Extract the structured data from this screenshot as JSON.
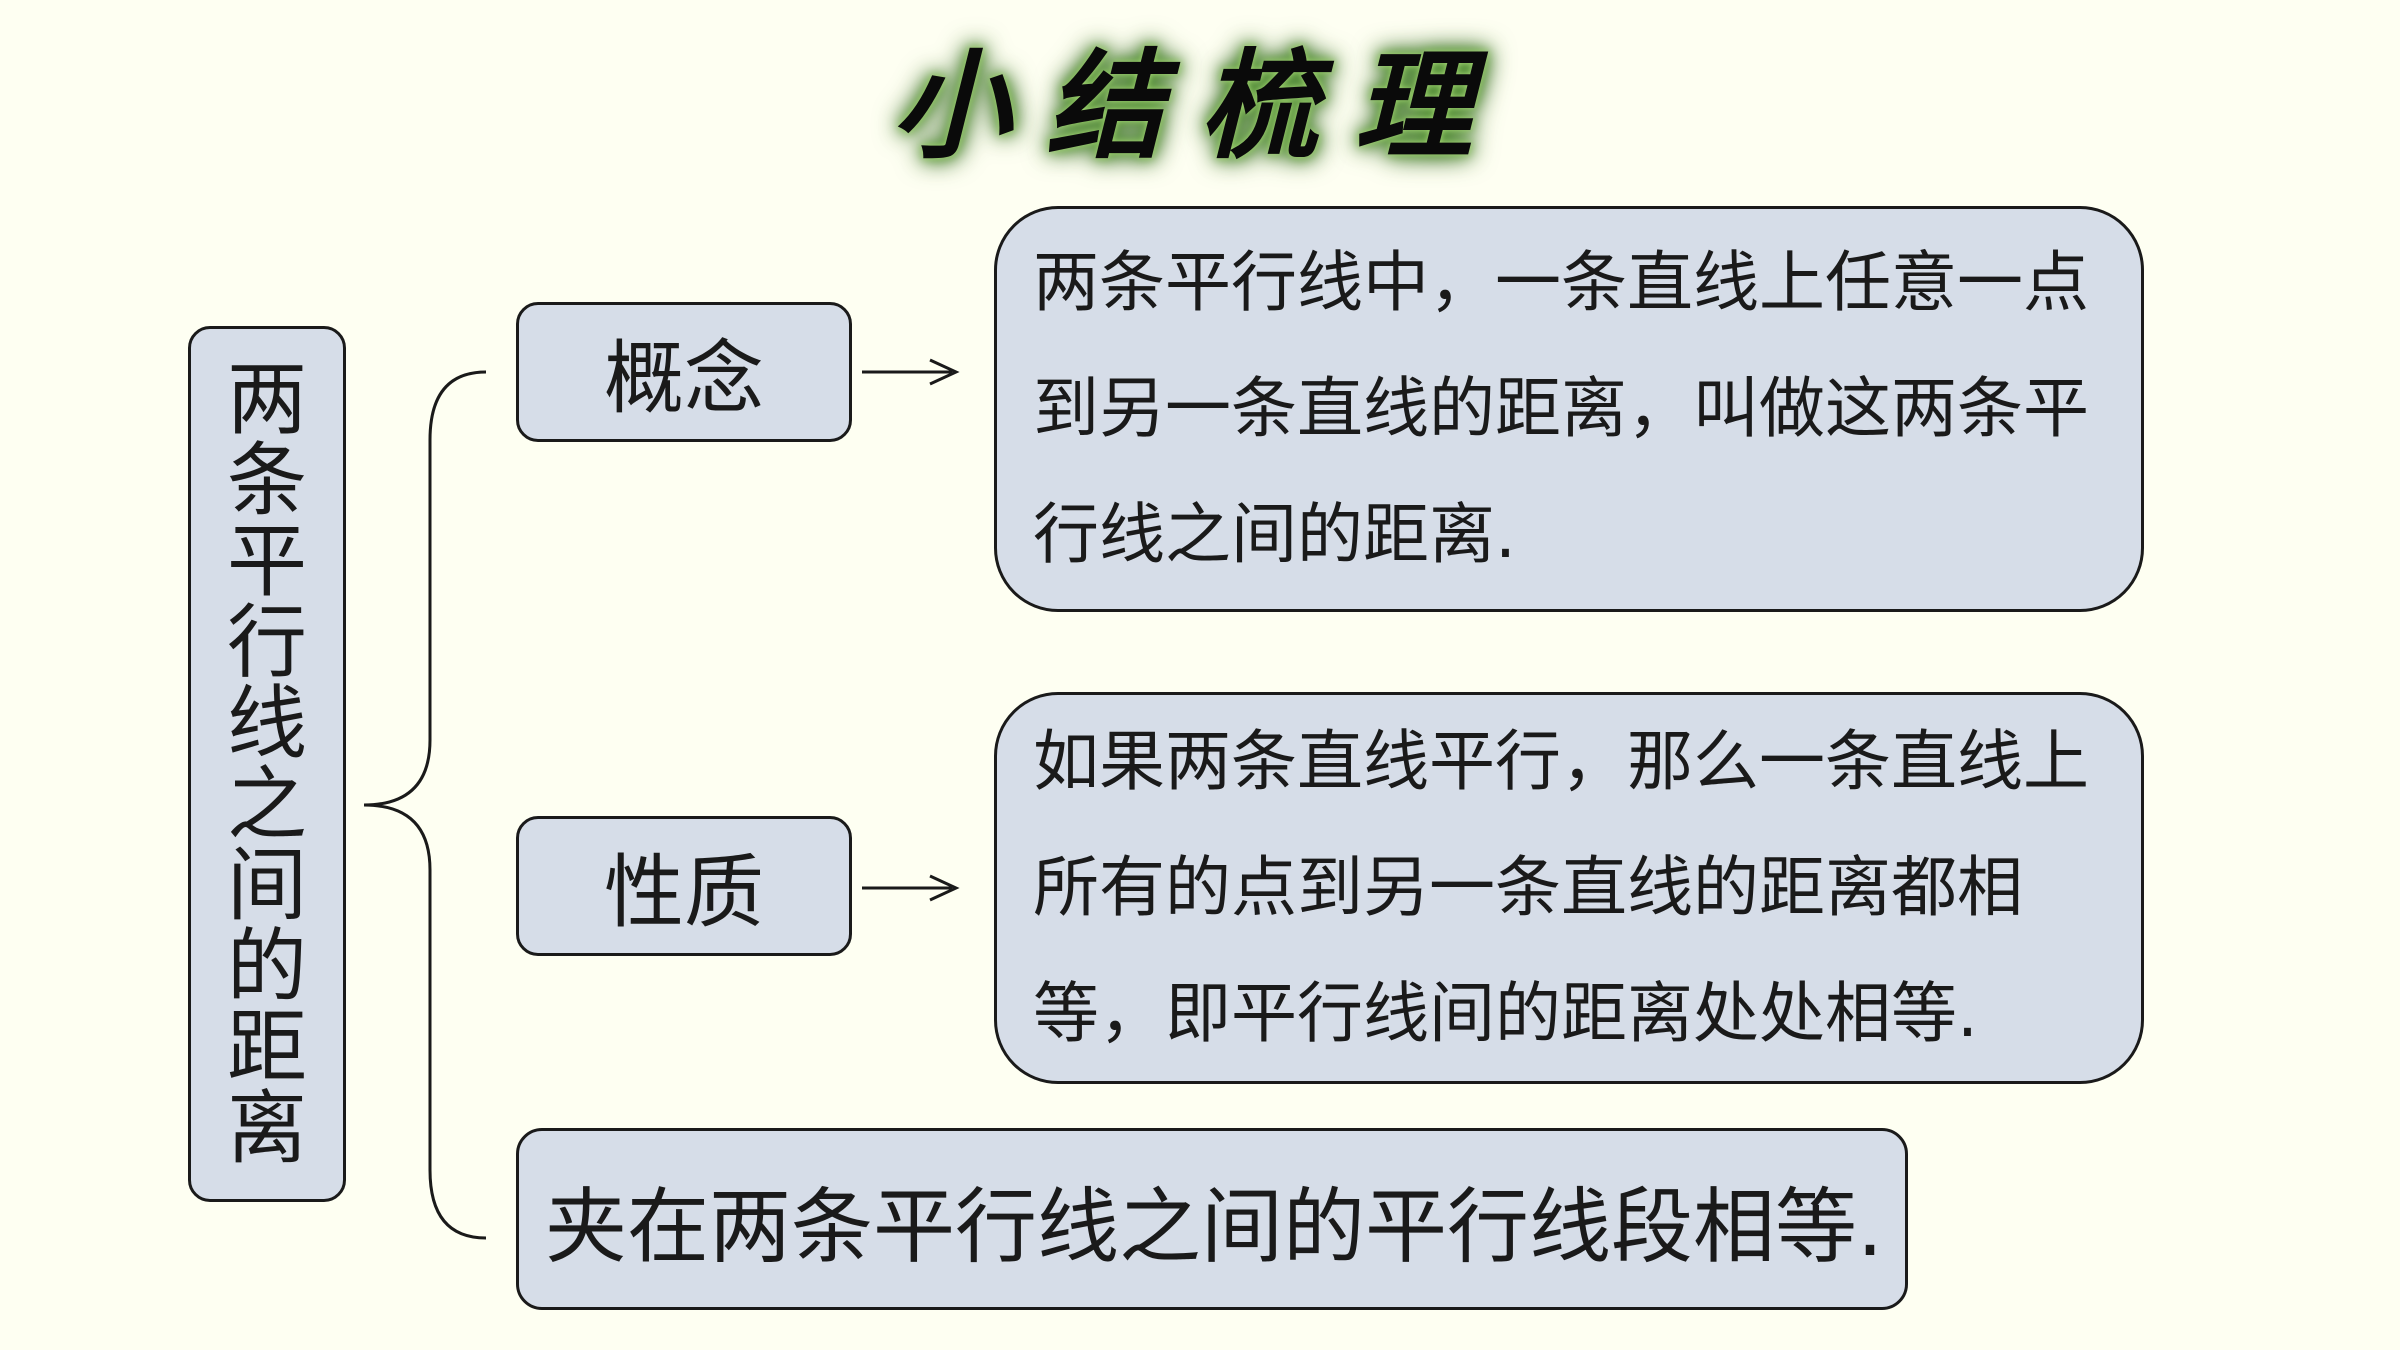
{
  "title": "小结梳理",
  "main_topic": "两条平行线之间的距离",
  "branches": {
    "concept": {
      "label": "概念",
      "text": "两条平行线中，一条直线上任意一点到另一条直线的距离，叫做这两条平行线之间的距离."
    },
    "property": {
      "label": "性质",
      "text": "如果两条直线平行，那么一条直线上所有的点到另一条直线的距离都相等，即平行线间的距离处处相等."
    },
    "bottom": {
      "text": "夹在两条平行线之间的平行线段相等."
    }
  },
  "colors": {
    "background": "#fefff2",
    "box_fill": "#d6dde8",
    "border": "#1a1a1a",
    "title_glow": "#3f7a28"
  }
}
